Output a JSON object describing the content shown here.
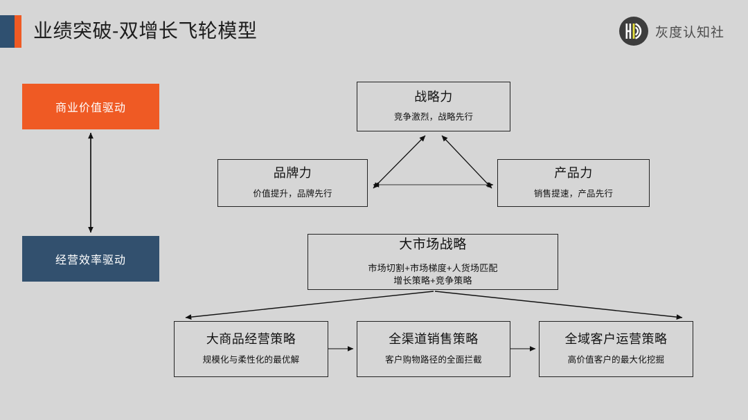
{
  "header": {
    "title": "业绩突破-双增长飞轮模型",
    "accent_blue": "#2f5070",
    "accent_orange": "#ef5a24",
    "logo_text": "灰度认知社",
    "logo_icon": "hd-monogram-circle-logo"
  },
  "background_color": "#d6d6d6",
  "drivers": [
    {
      "label": "商业价值驱动",
      "color": "#ef5a24",
      "name": "business-value-driver"
    },
    {
      "label": "经营效率驱动",
      "color": "#32506e",
      "name": "operating-efficiency-driver"
    }
  ],
  "triangle": [
    {
      "title": "战略力",
      "subtitle": "竞争激烈，战略先行"
    },
    {
      "title": "品牌力",
      "subtitle": "价值提升，品牌先行"
    },
    {
      "title": "产品力",
      "subtitle": "销售提速，产品先行"
    }
  ],
  "strategy": {
    "title": "大市场战略",
    "subtitle": "市场切割+市场梯度+人货场匹配\n增长策略+竞争策略"
  },
  "tactics": [
    {
      "title": "大商品经营策略",
      "subtitle": "规模化与柔性化的最优解"
    },
    {
      "title": "全渠道销售策略",
      "subtitle": "客户购物路径的全面拦截"
    },
    {
      "title": "全域客户运营策略",
      "subtitle": "高价值客户的最大化挖掘"
    }
  ]
}
